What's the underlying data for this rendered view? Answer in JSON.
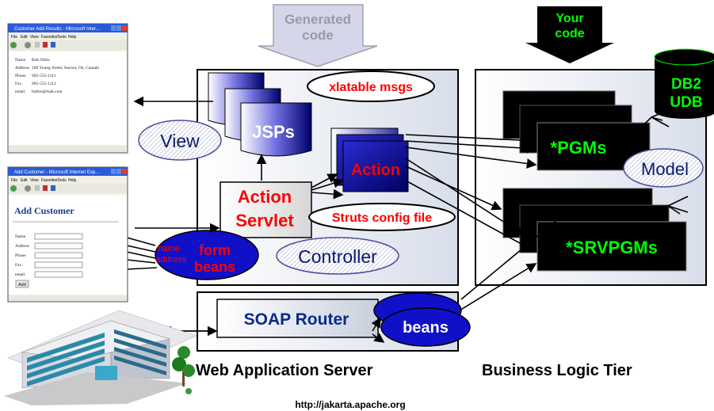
{
  "generated_code": {
    "line1": "Generated",
    "line2": "code"
  },
  "your_code": {
    "line1": "Your",
    "line2": "code"
  },
  "db": {
    "line1": "DB2",
    "line2": "UDB"
  },
  "xlatable": "xlatable msgs",
  "jsps": "JSPs",
  "view": "View",
  "action": "Action",
  "action_servlet": {
    "line1": "Action",
    "line2": "Servlet"
  },
  "struts_config": "Struts config file",
  "controller": "Controller",
  "form_beans": {
    "small1": "name",
    "small2": "address",
    "line1": "form",
    "line2": "beans"
  },
  "soap_router": "SOAP Router",
  "beans": "beans",
  "pgms": "*PGMs",
  "srvpgms": "*SRVPGMs",
  "model": "Model",
  "web_app_server": "Web Application Server",
  "business_logic_tier": "Business Logic Tier",
  "url": "http://jakarta.apache.org",
  "browser1": {
    "title": "Customer Add Results - Microsoft Inter...",
    "menu": [
      "File",
      "Edit",
      "View",
      "Favorites",
      "Tools",
      "Help"
    ],
    "fields": [
      {
        "label": "Name",
        "value": "Bob Oblio"
      },
      {
        "label": "Address",
        "value": "100 Young Street, Aurora, On, Canada"
      },
      {
        "label": "Phone",
        "value": "905-555-1111"
      },
      {
        "label": "Fax",
        "value": "905-555-1112"
      },
      {
        "label": "email",
        "value": "bobbo@isah.com"
      }
    ]
  },
  "browser2": {
    "title": "Add Customer - Microsoft Internet Exp...",
    "menu": [
      "File",
      "Edit",
      "View",
      "Favorites",
      "Tools",
      "Help"
    ],
    "heading": "Add Customer",
    "fields": [
      "Name",
      "Address",
      "Phone",
      "Fax",
      "email"
    ],
    "button": "Add"
  },
  "colors": {
    "navy": "#000080",
    "red": "#ff0000",
    "green": "#00ff00",
    "black": "#000000",
    "panel": "#dde3ee"
  }
}
